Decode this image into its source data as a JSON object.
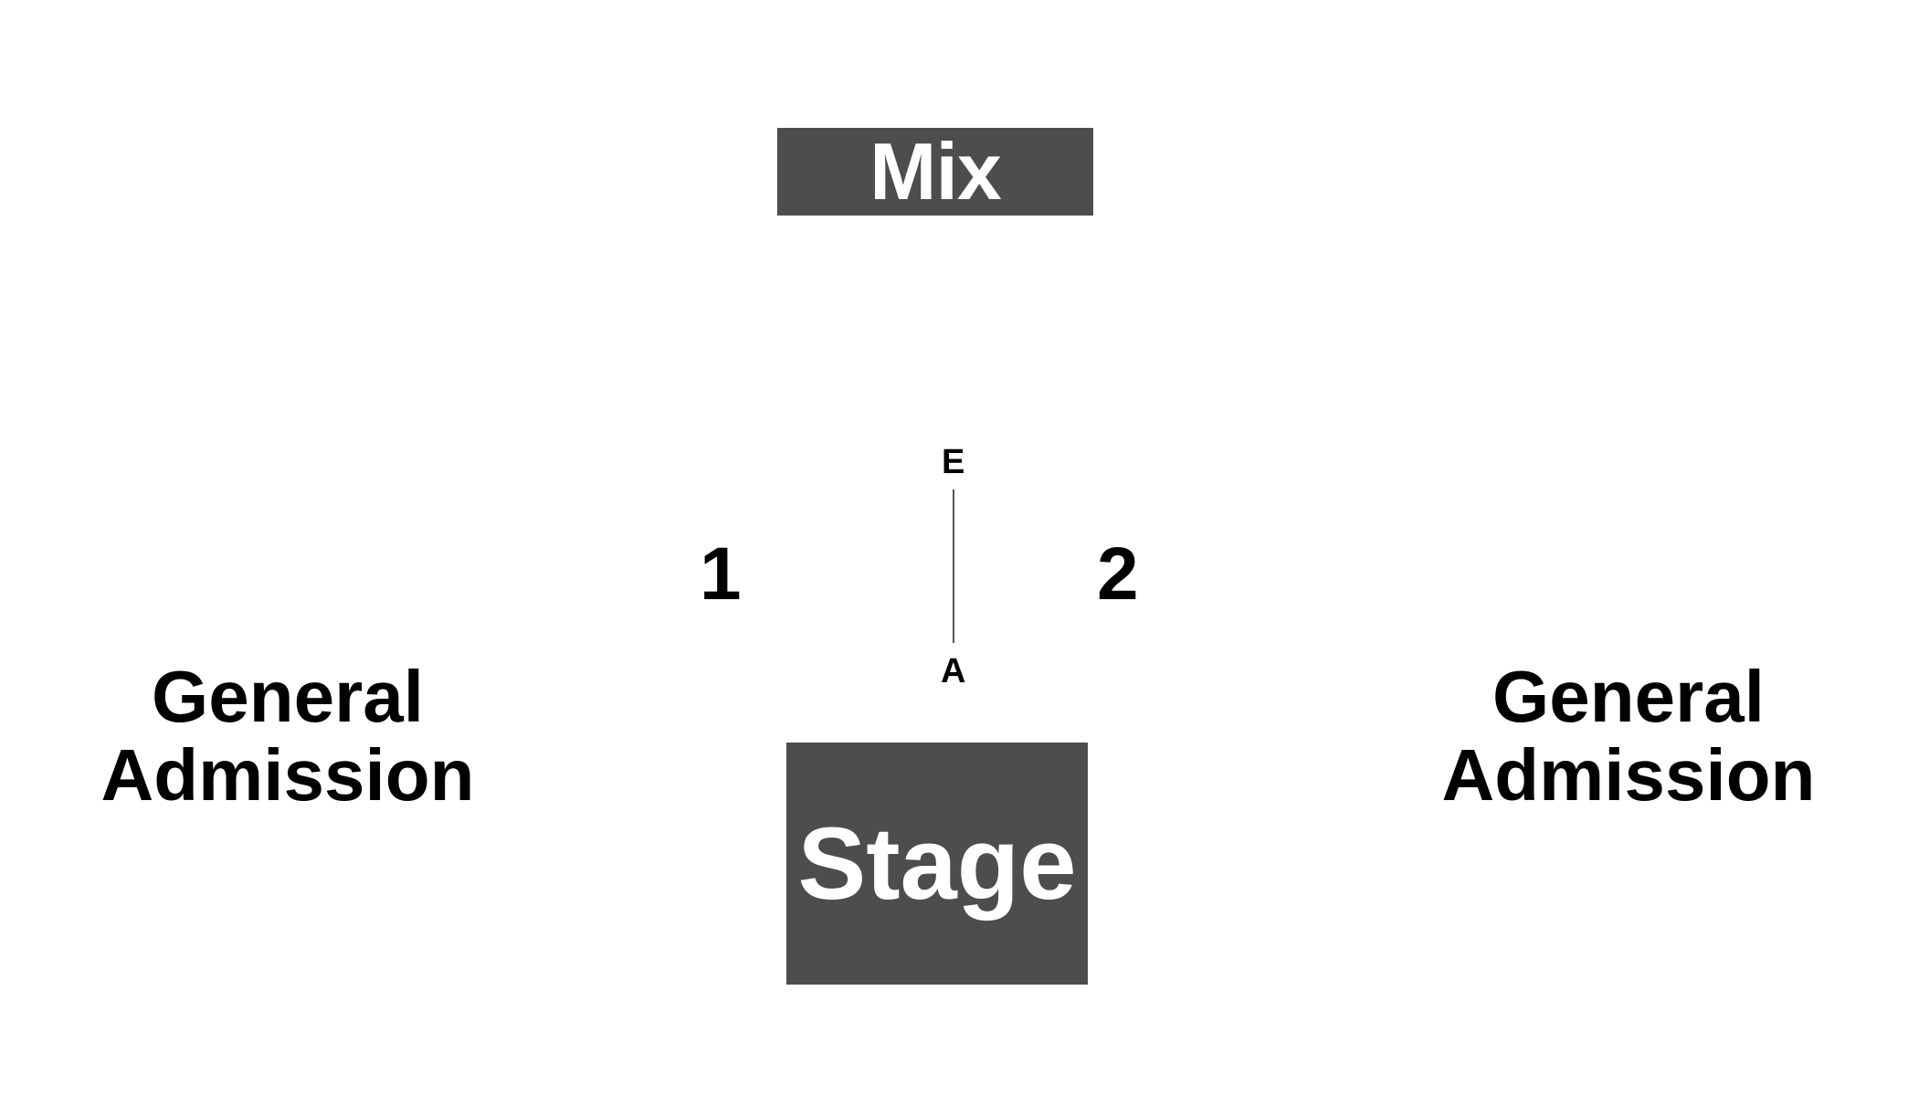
{
  "colors": {
    "box_fill": "#4d4d4d",
    "box_text": "#ffffff",
    "label_text": "#000000",
    "line": "#555555"
  },
  "mix": {
    "label": "Mix"
  },
  "stage": {
    "label": "Stage"
  },
  "sections": [
    {
      "label": "1"
    },
    {
      "label": "2"
    }
  ],
  "rows": {
    "top": "E",
    "bottom": "A"
  },
  "general_admission": {
    "left": {
      "line1": "General",
      "line2": "Admission"
    },
    "right": {
      "line1": "General",
      "line2": "Admission"
    }
  }
}
